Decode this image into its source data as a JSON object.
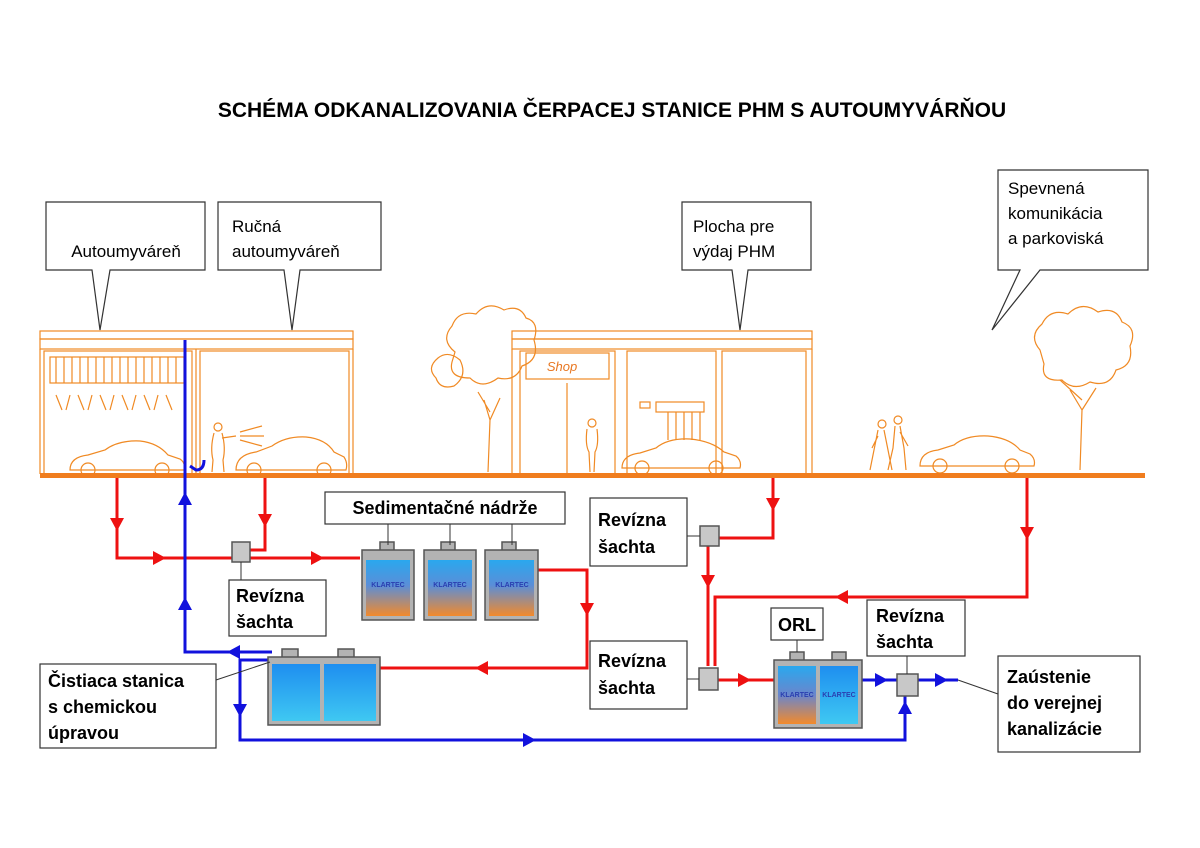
{
  "title": "SCHÉMA ODKANALIZOVANIA ČERPACEJ STANICE PHM S  AUTOUMYVÁRŇOU",
  "callouts": {
    "carwash": "Autoumyváreň",
    "manual_wash_line1": "Ručná",
    "manual_wash_line2": "autoumyváreň",
    "fuel_area_line1": "Plocha pre",
    "fuel_area_line2": "výdaj PHM",
    "paved_line1": "Spevnená",
    "paved_line2": "komunikácia",
    "paved_line3": "a parkoviská"
  },
  "shop_sign": "Shop",
  "labels": {
    "sedimentation": "Sedimentačné nádrže",
    "revizna_a_1": "Revízna",
    "revizna_a_2": "šachta",
    "revizna_b_1": "Revízna",
    "revizna_b_2": "šachta",
    "revizna_c_1": "Revízna",
    "revizna_c_2": "šachta",
    "revizna_d_1": "Revízna",
    "revizna_d_2": "šachta",
    "orl": "ORL",
    "cleaning_1": "Čistiaca stanica",
    "cleaning_2": "s chemickou",
    "cleaning_3": "úpravou",
    "outlet_1": "Zaústenie",
    "outlet_2": "do verejnej",
    "outlet_3": "kanalizácie"
  },
  "tank_brand": "KLARTEC",
  "colors": {
    "building": "#f08a24",
    "ground": "#f07d1e",
    "dirty_water": "#ee1111",
    "clean_water": "#1111dd",
    "tank_water": "#2aa8ee",
    "sediment": "#f28a2c"
  }
}
